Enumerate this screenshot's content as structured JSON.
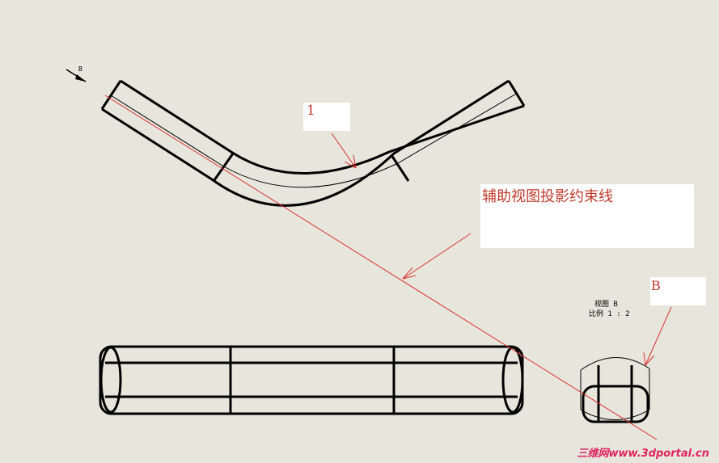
{
  "callout_1": {
    "text": "1"
  },
  "callout_b": {
    "text": "B"
  },
  "constraint_note": {
    "text": "辅助视图投影约束线"
  },
  "view_b": {
    "title": "视图 B",
    "scale": "比例 1 : 2"
  },
  "view_arrow": {
    "letter": "B"
  },
  "watermark": {
    "text": "三维网www.3dportal.cn"
  },
  "colors": {
    "annotation": "#c0392b",
    "line": "#000000",
    "background": "#e6e6dc"
  }
}
